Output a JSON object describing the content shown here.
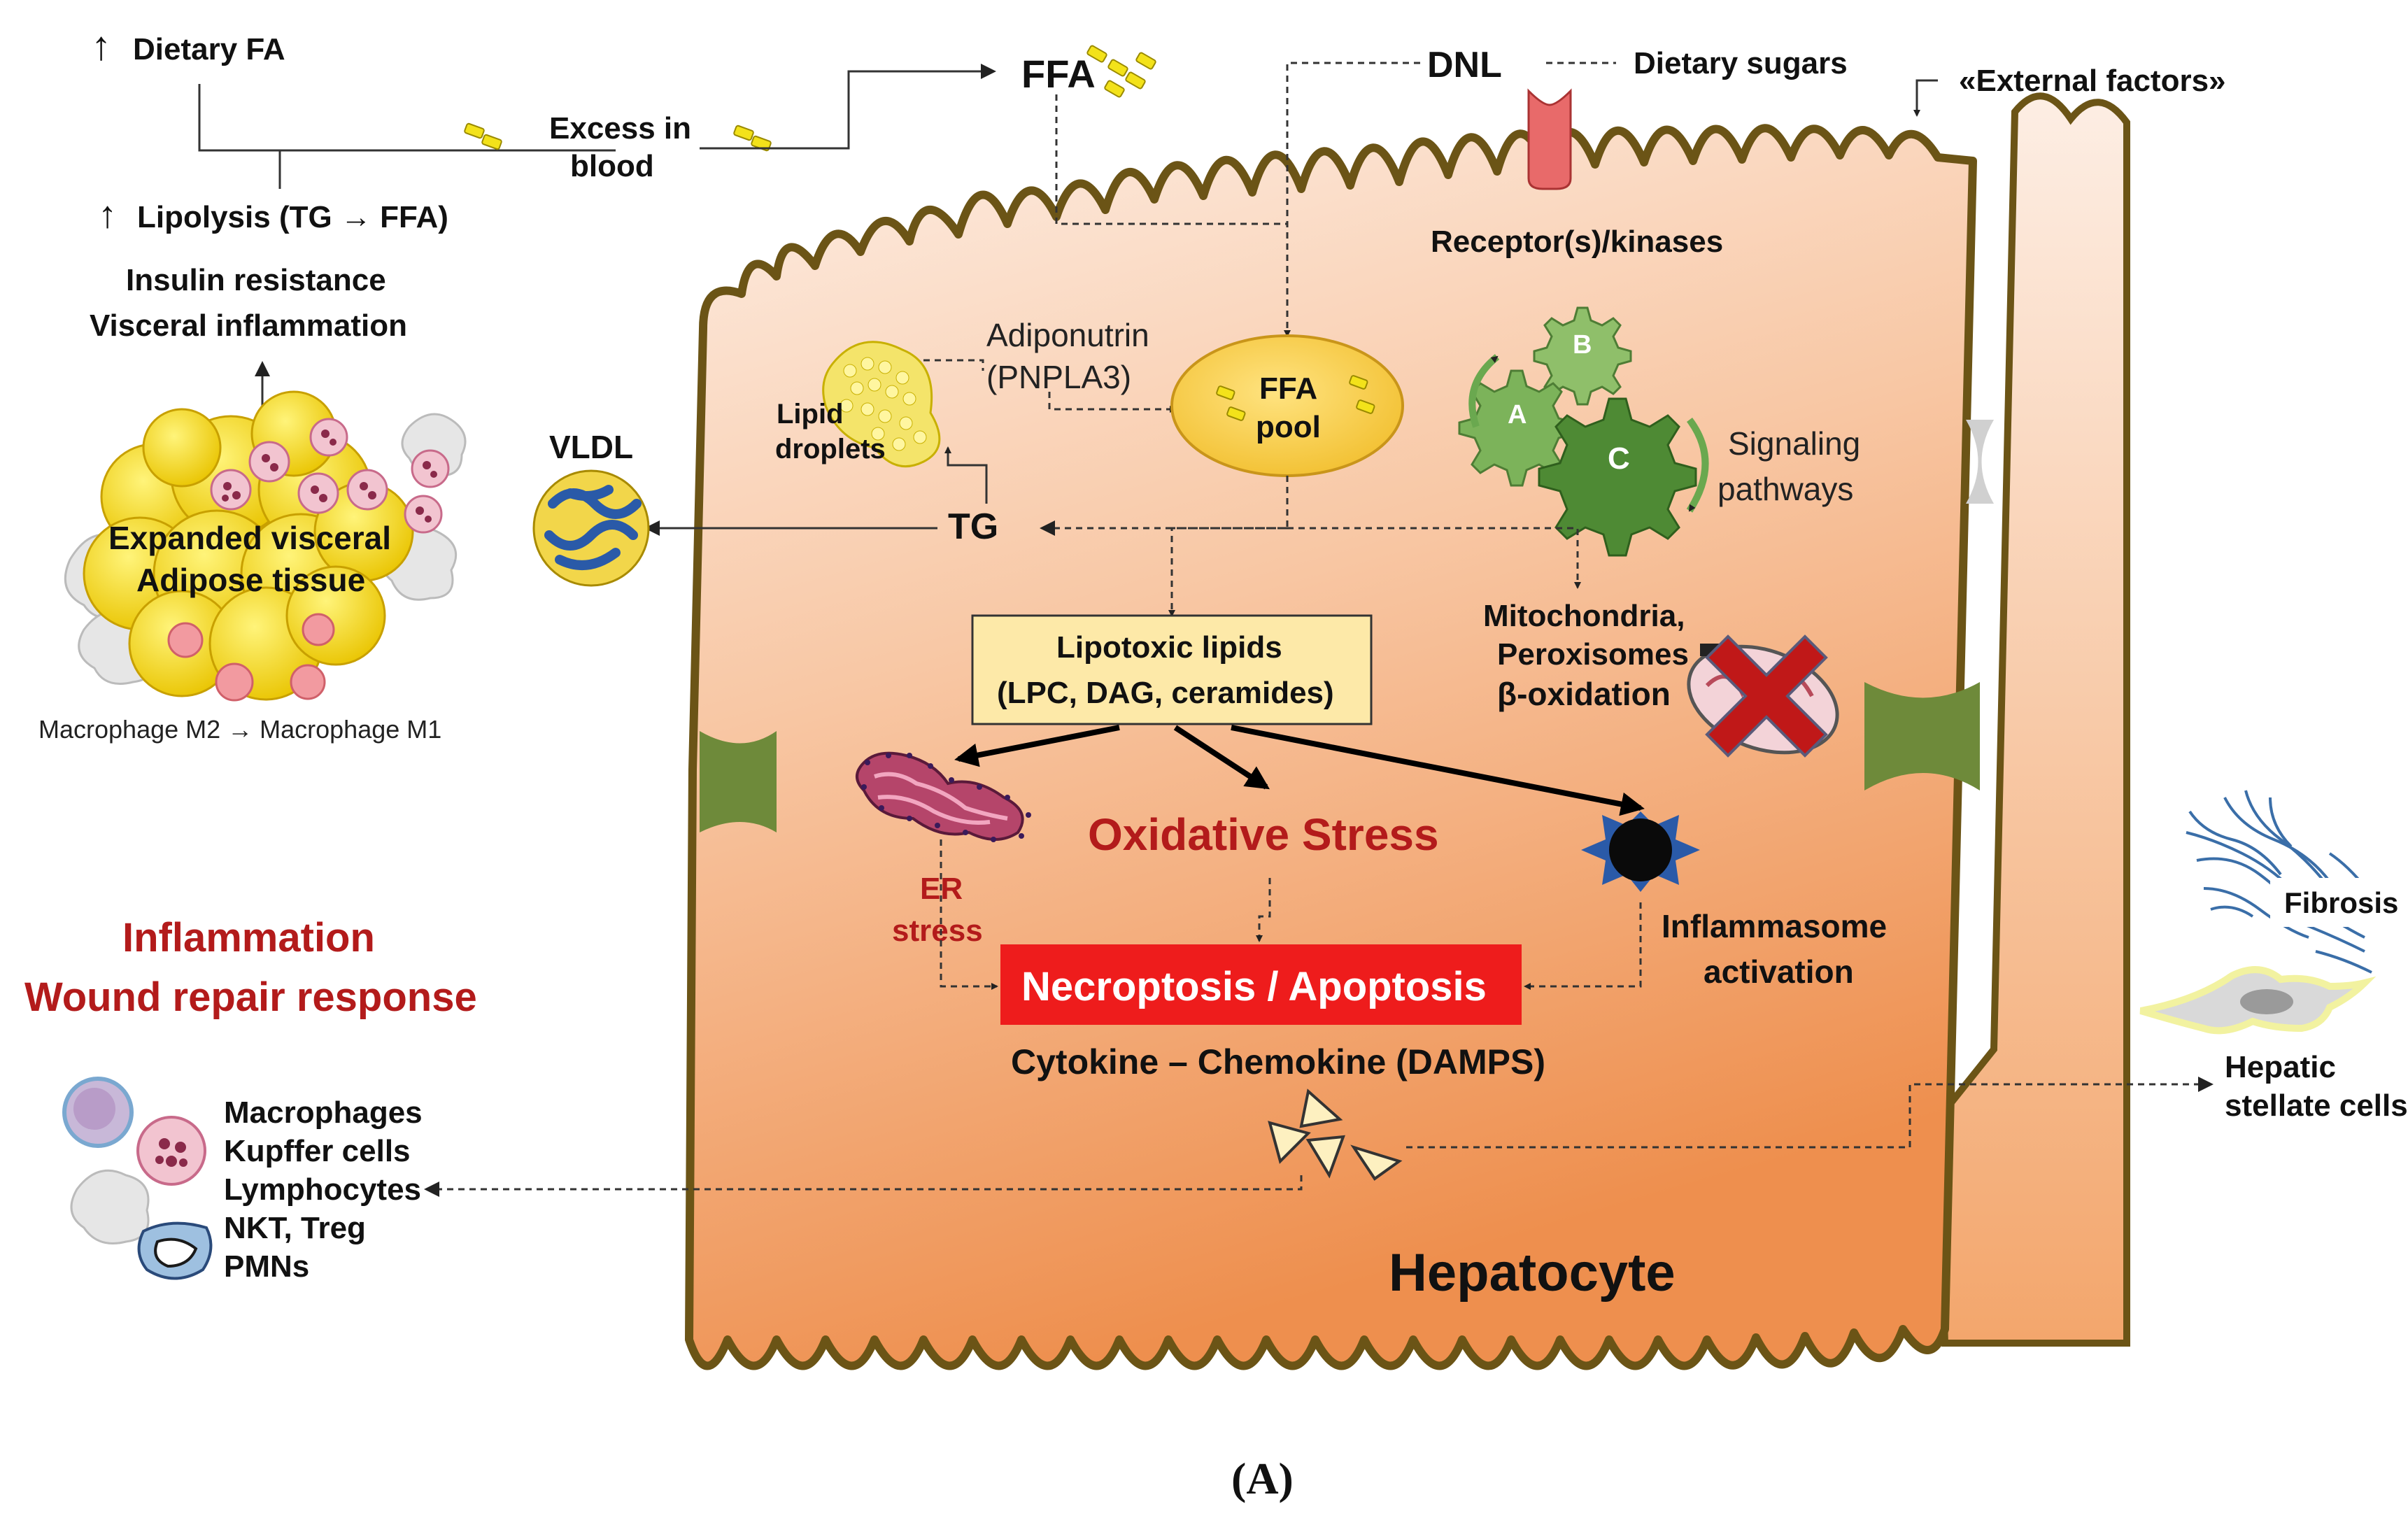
{
  "adipose": {
    "dietary_fa": "Dietary FA",
    "lipolysis": "Lipolysis (TG → FFA)",
    "insulin_resistance": "Insulin resistance",
    "visceral_inflammation": "Visceral inflammation",
    "tissue_line1": "Expanded visceral",
    "tissue_line2": "Adipose tissue",
    "macrophage_shift": "Macrophage M2 → Macrophage M1"
  },
  "blood": {
    "excess_line1": "Excess in",
    "excess_line2": "blood",
    "ffa": "FFA"
  },
  "top": {
    "dnl": "DNL",
    "dietary_sugars": "Dietary sugars",
    "external_factors": "«External factors»",
    "receptors": "Receptor(s)/kinases"
  },
  "cell": {
    "adiponutrin_line1": "Adiponutrin",
    "adiponutrin_line2": "(PNPLA3)",
    "lipid_droplets_line1": "Lipid",
    "lipid_droplets_line2": "droplets",
    "ffa_pool_line1": "FFA",
    "ffa_pool_line2": "pool",
    "vldl": "VLDL",
    "tg": "TG",
    "gear_a": "A",
    "gear_b": "B",
    "gear_c": "C",
    "signaling_line1": "Signaling",
    "signaling_line2": "pathways",
    "lipotoxic_line1": "Lipotoxic lipids",
    "lipotoxic_line2": "(LPC, DAG, ceramides)",
    "mito_line1": "Mitochondria,",
    "mito_line2": "Peroxisomes",
    "mito_line3": "β-oxidation",
    "er_line1": "ER",
    "er_line2": "stress",
    "oxidative_stress": "Oxidative  Stress",
    "inflammasome_line1": "Inflammasome",
    "inflammasome_line2": "activation",
    "necroptosis": "Necroptosis / Apoptosis",
    "cytokine": "Cytokine – Chemokine (DAMPS)",
    "hepatocyte": "Hepatocyte"
  },
  "left_panel": {
    "inflammation": "Inflammation",
    "wound_repair": "Wound repair response",
    "cells": [
      "Macrophages",
      "Kupffer cells",
      "Lymphocytes",
      "NKT, Treg",
      "PMNs"
    ]
  },
  "right_panel": {
    "fibrosis": "Fibrosis",
    "stellate_line1": "Hepatic",
    "stellate_line2": "stellate cells"
  },
  "caption": "(A)",
  "colors": {
    "cell_fill_top": "#fde6d8",
    "cell_fill_bottom": "#f29a5c",
    "membrane": "#6b5416",
    "accent_red": "#b31b1b",
    "necroptosis_box": "#ee1c1c",
    "lipotoxic_box": "#fde9a8",
    "ffa_pool": "#f5c842",
    "gear": "#6aa84f",
    "junction": "#6e8a3a"
  }
}
